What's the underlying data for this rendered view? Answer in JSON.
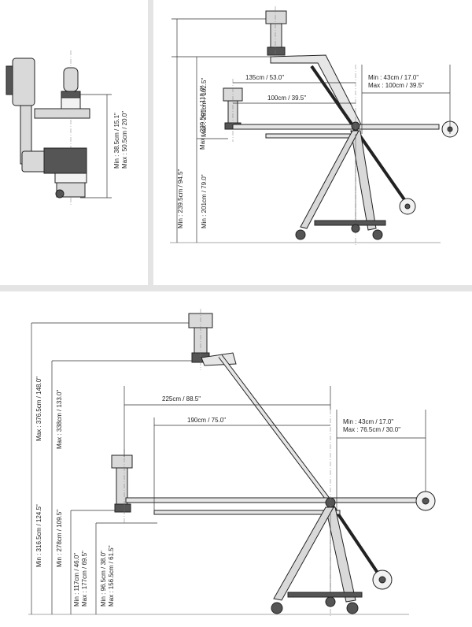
{
  "side_view": {
    "min_height": "Min : 38.5cm / 15.1\"",
    "max_height": "Max : 50.5cm / 20.0\""
  },
  "short_config": {
    "max_height": "Max : 299.5cm / 118.0\"",
    "min_height": "Min : 239.5cm / 94.5\"",
    "max_low": "Max : 261cm / 102.5\"",
    "min_low": "Min : 201cm / 79.0\"",
    "reach_upper": "135cm / 53.0\"",
    "reach_lower": "100cm / 39.5\"",
    "counter_min": "Min : 43cm / 17.0\"",
    "counter_max": "Max : 100cm / 39.5\""
  },
  "long_config": {
    "min_height": "Min : 316.5cm / 124.5\"",
    "max_height": "Max : 376.5cm / 148.0\"",
    "min_mid": "Min : 278cm / 109.5\"",
    "max_mid": "Max : 338cm / 133.0\"",
    "lens_min": "Min : 117cm / 46.0\"",
    "lens_max": "Max : 177cm / 69.5\"",
    "mount_min": "Min : 96.5cm / 38.0\"",
    "mount_max": "Max : 156.5cm / 61.5\"",
    "reach_upper": "225cm / 88.5\"",
    "reach_lower": "190cm / 75.0\"",
    "counter_min": "Min : 43cm / 17.0\"",
    "counter_max": "Max : 76.5cm / 30.0\""
  }
}
